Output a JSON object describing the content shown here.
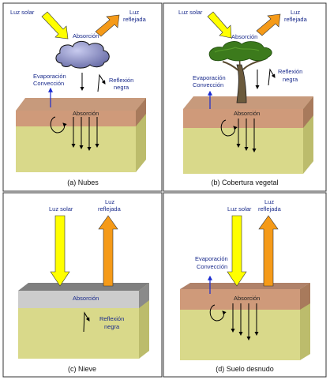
{
  "panels": {
    "a": {
      "caption": "(a) Nubes",
      "luz_solar": "Luz solar",
      "luz_reflejada_1": "Luz",
      "luz_reflejada_2": "reflejada",
      "absorcion_top": "Absorción",
      "evap_1": "Evaporación",
      "evap_2": "Convección",
      "reflexion_1": "Reflexión",
      "reflexion_2": "negra",
      "absorcion_ground": "Absorción"
    },
    "b": {
      "caption": "(b) Cobertura vegetal",
      "luz_solar": "Luz solar",
      "luz_reflejada_1": "Luz",
      "luz_reflejada_2": "reflejada",
      "absorcion_top": "Absorción",
      "evap_1": "Evaporación",
      "evap_2": "Convección",
      "reflexion_1": "Reflexión",
      "reflexion_2": "negra",
      "absorcion_ground": "Absorción"
    },
    "c": {
      "caption": "(c) Nieve",
      "luz_solar": "Luz solar",
      "luz_reflejada_1": "Luz",
      "luz_reflejada_2": "reflejada",
      "absorcion_ground": "Absorción",
      "reflexion_1": "Reflexión",
      "reflexion_2": "negra"
    },
    "d": {
      "caption": "(d) Suelo desnudo",
      "luz_solar": "Luz solar",
      "luz_reflejada_1": "Luz",
      "luz_reflejada_2": "reflejada",
      "evap_1": "Evaporación",
      "evap_2": "Convección",
      "absorcion_ground": "Absorción"
    }
  },
  "colors": {
    "sun_arrow": "#ffff00",
    "reflect_arrow": "#f59a18",
    "soil_top": "#cf9a7a",
    "soil_side": "#a87a5c",
    "subsoil": "#d9d98a",
    "subsoil_side": "#bcbc6c",
    "snow_top": "#cccccc",
    "snow_side": "#8a8a8a",
    "convection": "#1a2bd0",
    "cloud": "#8c90c8"
  }
}
